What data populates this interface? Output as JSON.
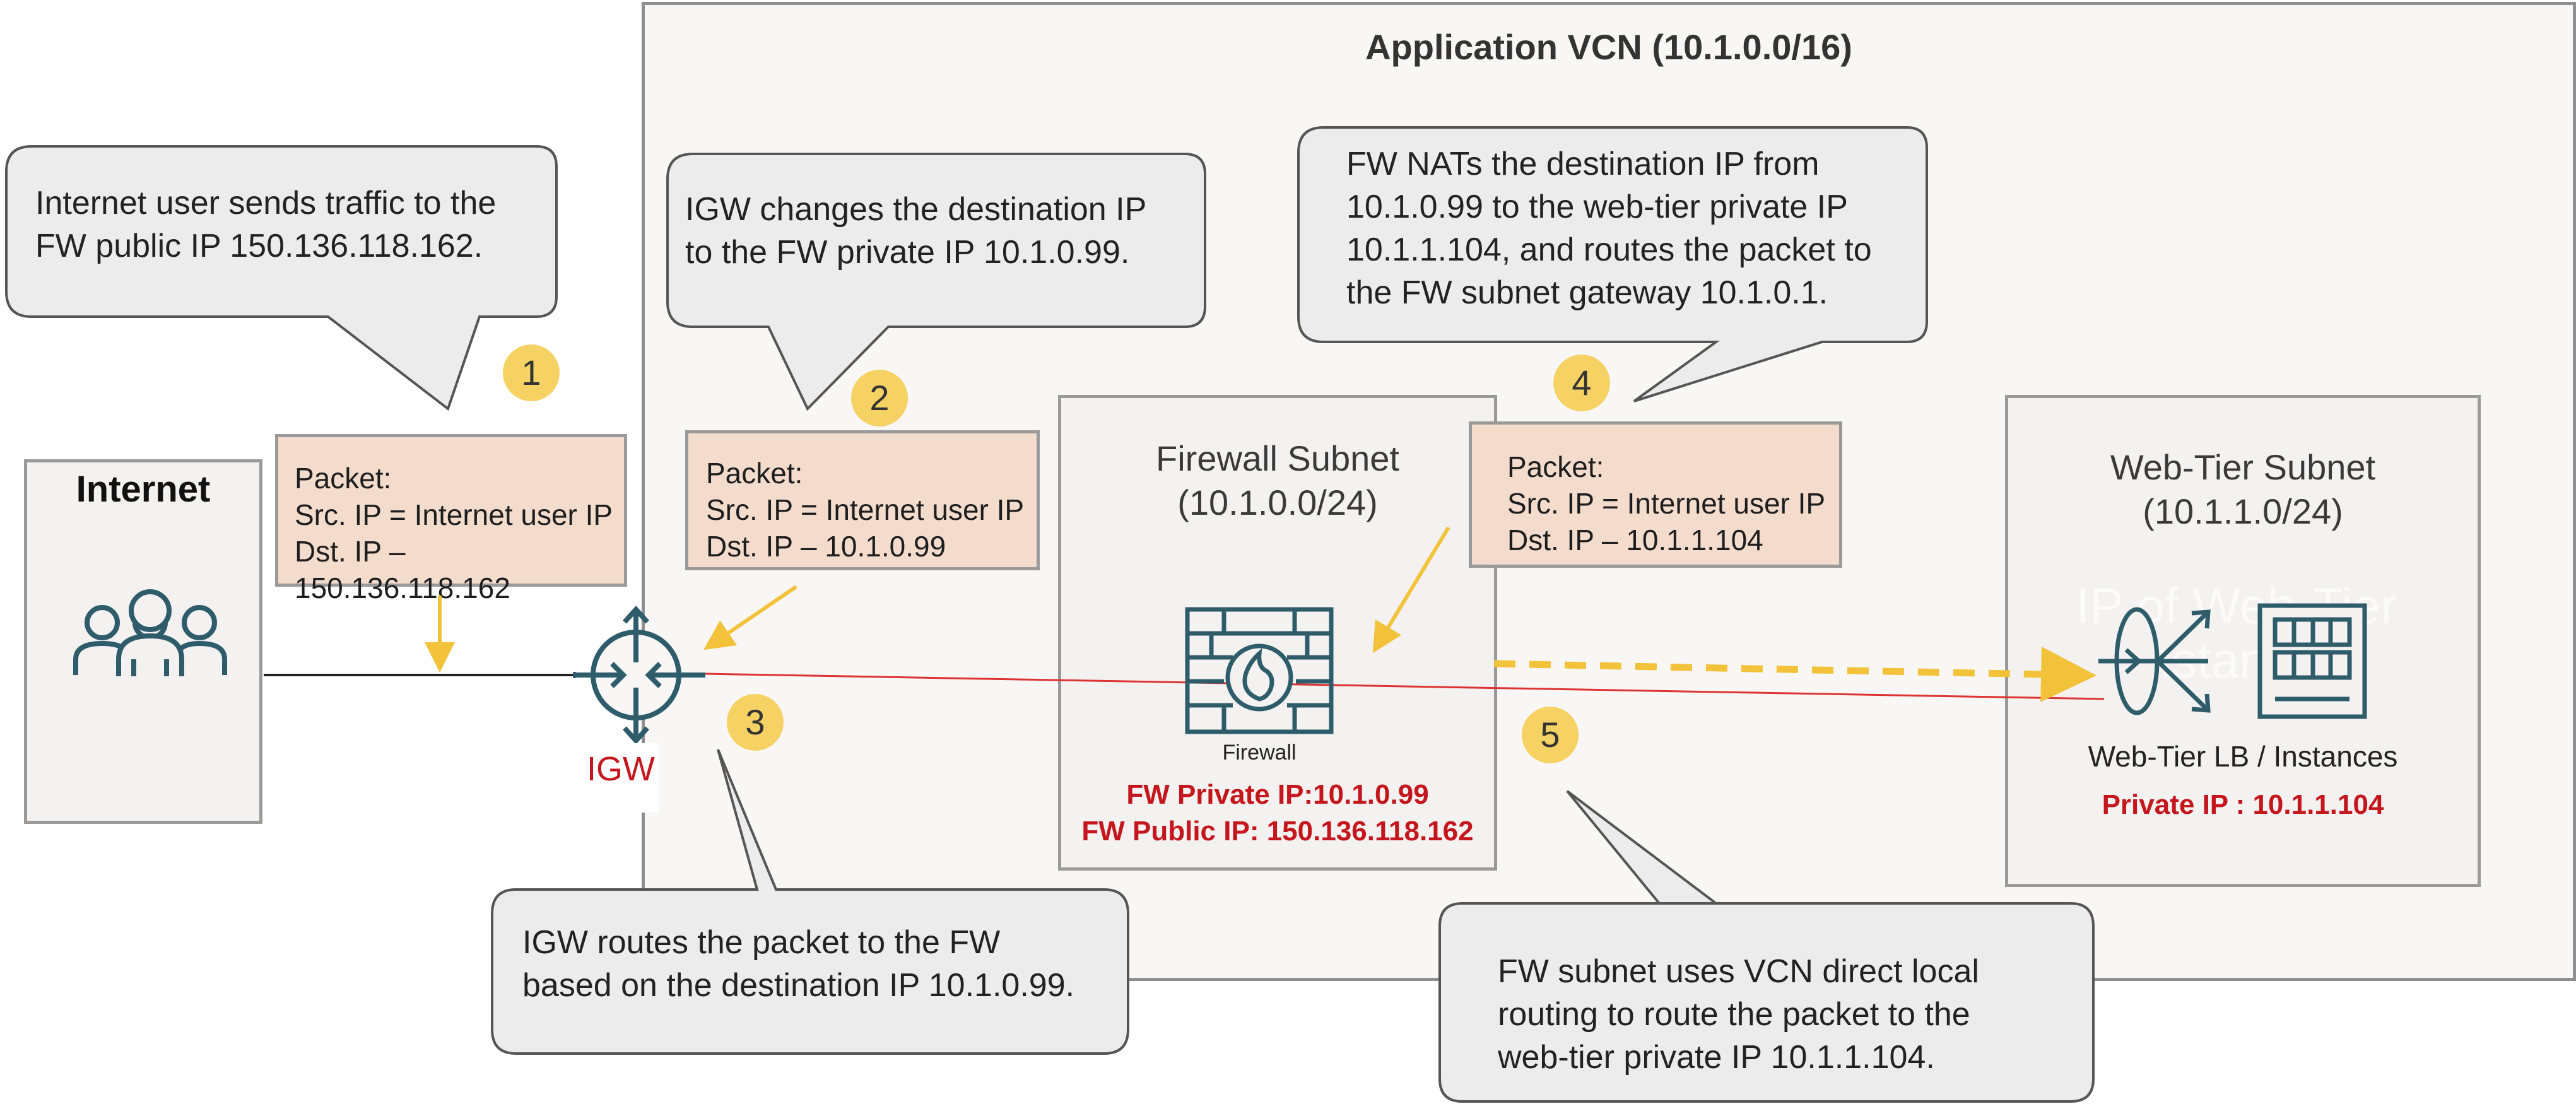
{
  "vcn": {
    "title": "Application VCN  (10.1.0.0/16)"
  },
  "internet": {
    "label": "Internet"
  },
  "igw": {
    "label": "IGW"
  },
  "firewall_subnet": {
    "title": "Firewall Subnet",
    "cidr": "(10.1.0.0/24)",
    "device_label": "Firewall",
    "private_ip": "FW Private IP:10.1.0.99",
    "public_ip": "FW Public IP: 150.136.118.162"
  },
  "web_subnet": {
    "title": "Web-Tier Subnet",
    "cidr": "(10.1.1.0/24)",
    "device_label": "Web-Tier LB / Instances",
    "private_ip": "Private IP : 10.1.1.104",
    "ghost_line1": "IP of Web-Tier",
    "ghost_line2": "instance"
  },
  "packets": [
    {
      "title": "Packet:",
      "src": "Src. IP = Internet user IP",
      "dst": "Dst. IP –",
      "dst2": "150.136.118.162"
    },
    {
      "title": "Packet:",
      "src": "Src. IP = Internet user IP",
      "dst": "Dst. IP – 10.1.0.99"
    },
    {
      "title": "Packet:",
      "src": "Src. IP = Internet user IP",
      "dst": "Dst. IP – 10.1.1.104"
    }
  ],
  "steps": [
    {
      "number": "1",
      "lines": [
        "Internet user sends traffic to the",
        "FW public IP 150.136.118.162."
      ]
    },
    {
      "number": "2",
      "lines": [
        "IGW changes the destination IP",
        "to the FW private IP 10.1.0.99."
      ]
    },
    {
      "number": "3",
      "lines": [
        "IGW routes the packet to the FW",
        "based on the destination IP 10.1.0.99."
      ]
    },
    {
      "number": "4",
      "lines": [
        "FW NATs the destination IP from",
        "10.1.0.99  to the web-tier private IP",
        "10.1.1.104, and routes the packet to",
        "the FW subnet gateway 10.1.0.1."
      ]
    },
    {
      "number": "5",
      "lines": [
        "FW subnet uses VCN direct local",
        "routing to route the packet to the",
        "web-tier private IP 10.1.1.104."
      ]
    }
  ],
  "colors": {
    "badge": "#f6d264",
    "arrow_yellow": "#f2c23b",
    "red": "#c4161c",
    "icon_teal": "#2f5c6b",
    "packet_bg": "#f4dccd",
    "callout_bg": "#ececec"
  }
}
